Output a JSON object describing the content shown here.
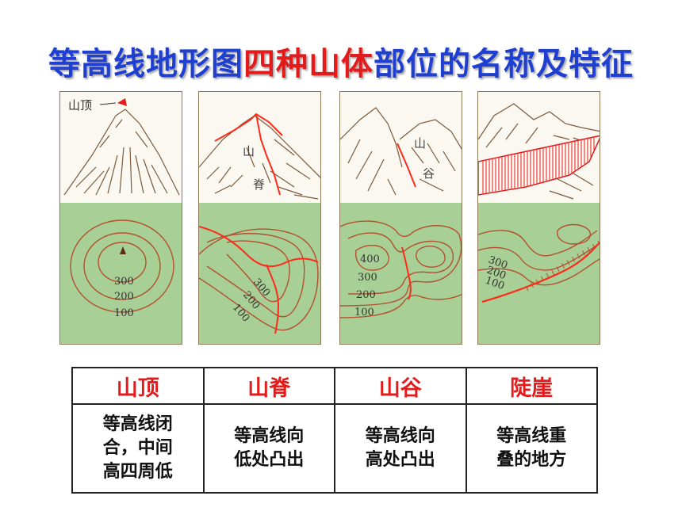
{
  "title": {
    "part1": "等高线地形图",
    "highlight": "四种山体",
    "part2": "部位的名称及特征"
  },
  "panels": [
    {
      "id": "summit",
      "sketch_labels": [
        "山顶"
      ],
      "contour_labels": [
        "300",
        "200",
        "100"
      ]
    },
    {
      "id": "ridge",
      "sketch_labels": [
        "山",
        "脊"
      ],
      "contour_labels": [
        "300",
        "200",
        "100"
      ]
    },
    {
      "id": "valley",
      "sketch_labels": [
        "山",
        "谷"
      ],
      "contour_labels": [
        "400",
        "300",
        "200",
        "100"
      ]
    },
    {
      "id": "cliff",
      "sketch_labels": [],
      "contour_labels": [
        "300",
        "200",
        "100"
      ]
    }
  ],
  "table": {
    "headers": [
      "山顶",
      "山脊",
      "山谷",
      "陡崖"
    ],
    "descriptions": [
      "等高线闭\n合，中间\n高四周低",
      "等高线向\n低处凸出",
      "等高线向\n高处凸出",
      "等高线重\n叠的地方"
    ]
  },
  "colors": {
    "title_blue": "#1f3fd1",
    "highlight_red": "#e31b1b",
    "contour_bg": "#a8cf96",
    "contour_line": "#b3502f",
    "marker_red": "#ff2a1a",
    "sketch_line": "#7a5a3a"
  }
}
